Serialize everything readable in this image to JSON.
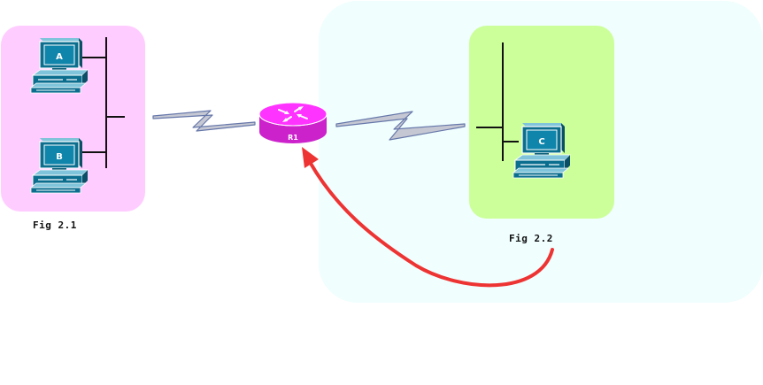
{
  "figures": {
    "fig1": {
      "label": "Fig 2.1"
    },
    "fig2": {
      "label": "Fig 2.2"
    }
  },
  "devices": {
    "pc_a": {
      "label": "A"
    },
    "pc_b": {
      "label": "B"
    },
    "pc_c": {
      "label": "C"
    },
    "router": {
      "label": "R1"
    }
  },
  "colors": {
    "fig1_bg": "#ffccff",
    "fig2_outer_bg": "#f0fefe",
    "fig2_inner_bg": "#ccff99",
    "router": "#ff33ff",
    "pc": "#0b6e8f",
    "arrow": "#ee3333",
    "serial_link": "#c5c8d2",
    "serial_outline": "#6677aa"
  }
}
